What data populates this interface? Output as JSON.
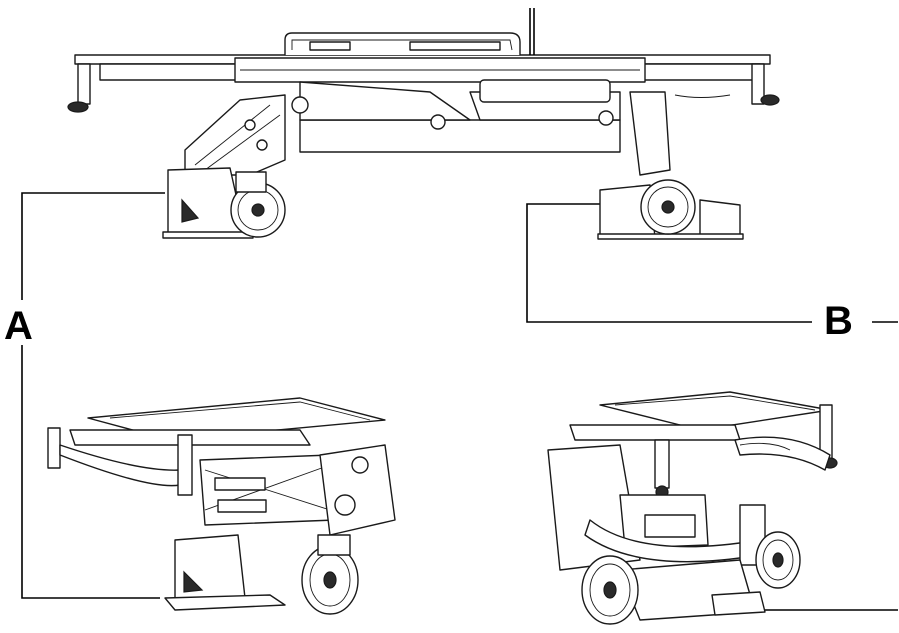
{
  "callouts": {
    "a": "A",
    "b": "B"
  },
  "colors": {
    "line": "#000000",
    "background": "#ffffff"
  },
  "figures": [
    {
      "id": "side-view",
      "icon": "stretcher-side-view"
    },
    {
      "id": "perspective-head-end",
      "icon": "stretcher-perspective-head"
    },
    {
      "id": "perspective-foot-end",
      "icon": "stretcher-perspective-foot"
    }
  ]
}
